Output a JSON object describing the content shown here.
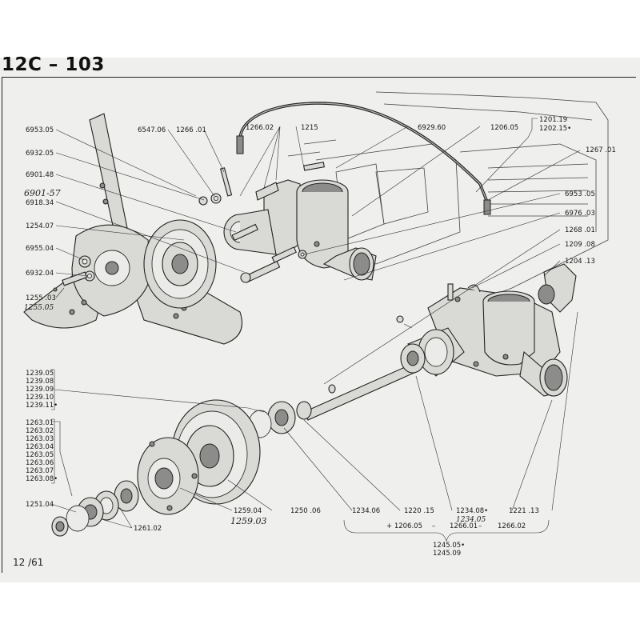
{
  "page": {
    "title": "12C – 103",
    "page_number": "12 /61"
  },
  "labels": {
    "l6953a": "6953.05",
    "l6547": "6547.06",
    "l1266_01": "1266 .01",
    "l1266_02": "1266.02",
    "l1215": "1215",
    "l6929": "6929.60",
    "l1206_05": "1206.05",
    "l1201_19": "1201.19",
    "l1202_15": "1202.15•",
    "l1267": "1267 .01",
    "l6932a": "6932.05",
    "l6901": "6901.48",
    "l6901_hand": "6901-57",
    "l6918": "6918.34",
    "l6953b": "6953 .05",
    "l6976": "6976 .03",
    "l1254": "1254.07",
    "l1268": "1268 .01",
    "l6955": "6955.04",
    "l1209": "1209 .08",
    "l6932b": "6932.04",
    "l1204": "1204 .13",
    "l1255": "1255 .03",
    "l1255_hand": "1255.05",
    "g1239": [
      "1239.05",
      "1239.08",
      "1239.09",
      "1239.10",
      "1239.11•"
    ],
    "g1263": [
      "1263.01",
      "1263.02",
      "1263.03",
      "1263.04",
      "1263.05",
      "1263.06",
      "1263.07",
      "1263.08•"
    ],
    "l1251": "1251.04",
    "l1261": "1261.02",
    "l1259": "1259.04",
    "l1259_hand": "1259.03",
    "l1250": "1250 .06",
    "l1234_06": "1234.06",
    "l1220": "1220 .15",
    "l1234_08": "1234.08•",
    "l1234_hand": "1234.05",
    "l1221": "1221 .13",
    "kit": {
      "a": "+ 1206.05",
      "dash1": "–",
      "b": "1266.01",
      "dash2": "–",
      "c": "1266.02"
    },
    "kit_result": [
      "1245.05•",
      "1245.09"
    ]
  },
  "colors": {
    "paper": "#efefed",
    "ink": "#1a1a1a",
    "part_fill": "#d9d9d6"
  }
}
